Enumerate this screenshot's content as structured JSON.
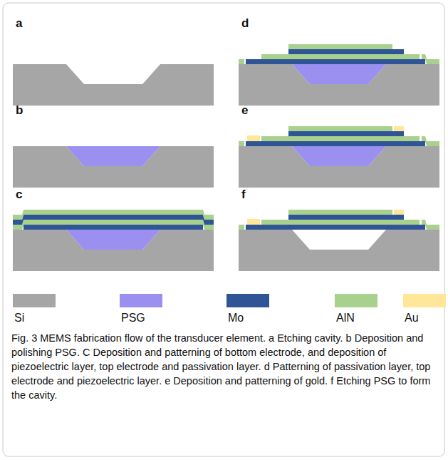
{
  "diagram": {
    "caption": "Fig. 3 MEMS fabrication flow of the transducer element. a Etching cavity. b Deposition and polishing PSG. C Deposition and patterning of bottom electrode, and deposition of piezoelectric layer, top electrode and passivation layer. d Patterning of passivation layer, top electrode and piezoelectric layer. e Deposition and patterning of gold. f Etching PSG to form the cavity.",
    "labels": [
      "a",
      "b",
      "c",
      "d",
      "e",
      "f"
    ],
    "legend": [
      {
        "text": "Si",
        "color": "#a6a6a6"
      },
      {
        "text": "PSG",
        "color": "#9b8ff0"
      },
      {
        "text": "Mo",
        "color": "#2f5597"
      },
      {
        "text": "AlN",
        "color": "#a9d18e"
      },
      {
        "text": "Au",
        "color": "#ffe699"
      }
    ]
  }
}
